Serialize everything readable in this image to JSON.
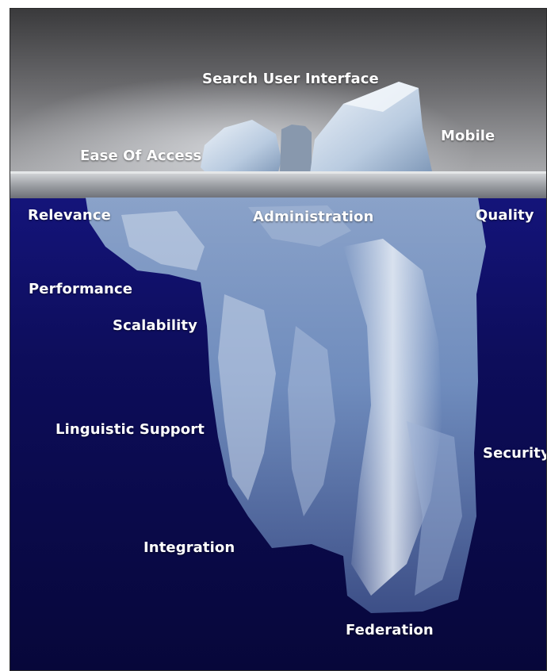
{
  "labels": {
    "search_user_interface": "Search User Interface",
    "ease_of_access": "Ease Of Access",
    "mobile": "Mobile",
    "relevance": "Relevance",
    "administration": "Administration",
    "quality": "Quality",
    "performance": "Performance",
    "scalability": "Scalability",
    "linguistic_support": "Linguistic Support",
    "security": "Security",
    "integration": "Integration",
    "federation": "Federation"
  },
  "colors": {
    "sky": "#6f6f72",
    "water_surface": "#b9bcc0",
    "deep_water": "#0b0b4a",
    "ice": "#c9d7ea",
    "label_text": "#ffffff"
  }
}
